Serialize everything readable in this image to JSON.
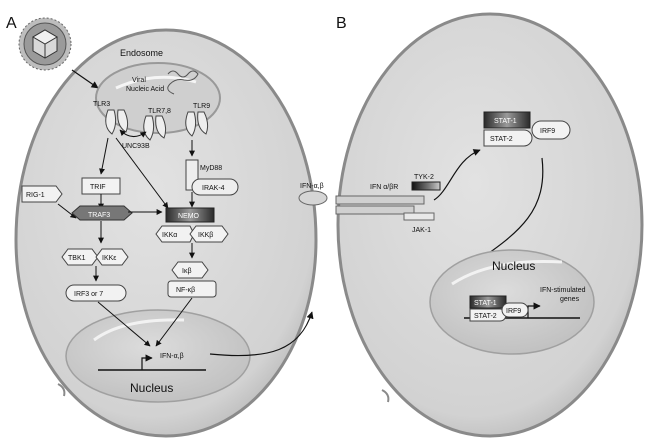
{
  "panels": {
    "a": "A",
    "b": "B"
  },
  "endosome": {
    "title": "Endosome",
    "viral_na_line1": "Viral",
    "viral_na_line2": "Nucleic Acid",
    "tlr3": "TLR3",
    "tlr78": "TLR7,8",
    "tlr9": "TLR9",
    "unc93b": "UNC93B"
  },
  "pathway_a": {
    "myd88": "MyD88",
    "irak4": "IRAK-4",
    "trif": "TRIF",
    "rig1": "RIG-1",
    "traf3": "TRAF3",
    "nemo": "NEMO",
    "ikka": "IKKα",
    "ikkb": "IKKβ",
    "tbk1": "TBK1",
    "ikke": "IKKε",
    "ikb": "Iκβ",
    "nfkb": "NF-κβ",
    "irf37": "IRF3 or 7",
    "ifn_gene": "IFN-α,β",
    "nucleus": "Nucleus"
  },
  "extracellular": {
    "ifn": "IFN-α,β"
  },
  "pathway_b": {
    "receptor": "IFN α/βR",
    "tyk2": "TYK-2",
    "jak1": "JAK-1",
    "stat1": "STAT-1",
    "stat2": "STAT-2",
    "irf9": "IRF9",
    "nucleus": "Nucleus",
    "nuc_stat1": "STAT-1",
    "nuc_stat2": "STAT-2",
    "nuc_irf9": "IRF9",
    "isg_line1": "IFN-stimulated",
    "isg_line2": "genes"
  }
}
